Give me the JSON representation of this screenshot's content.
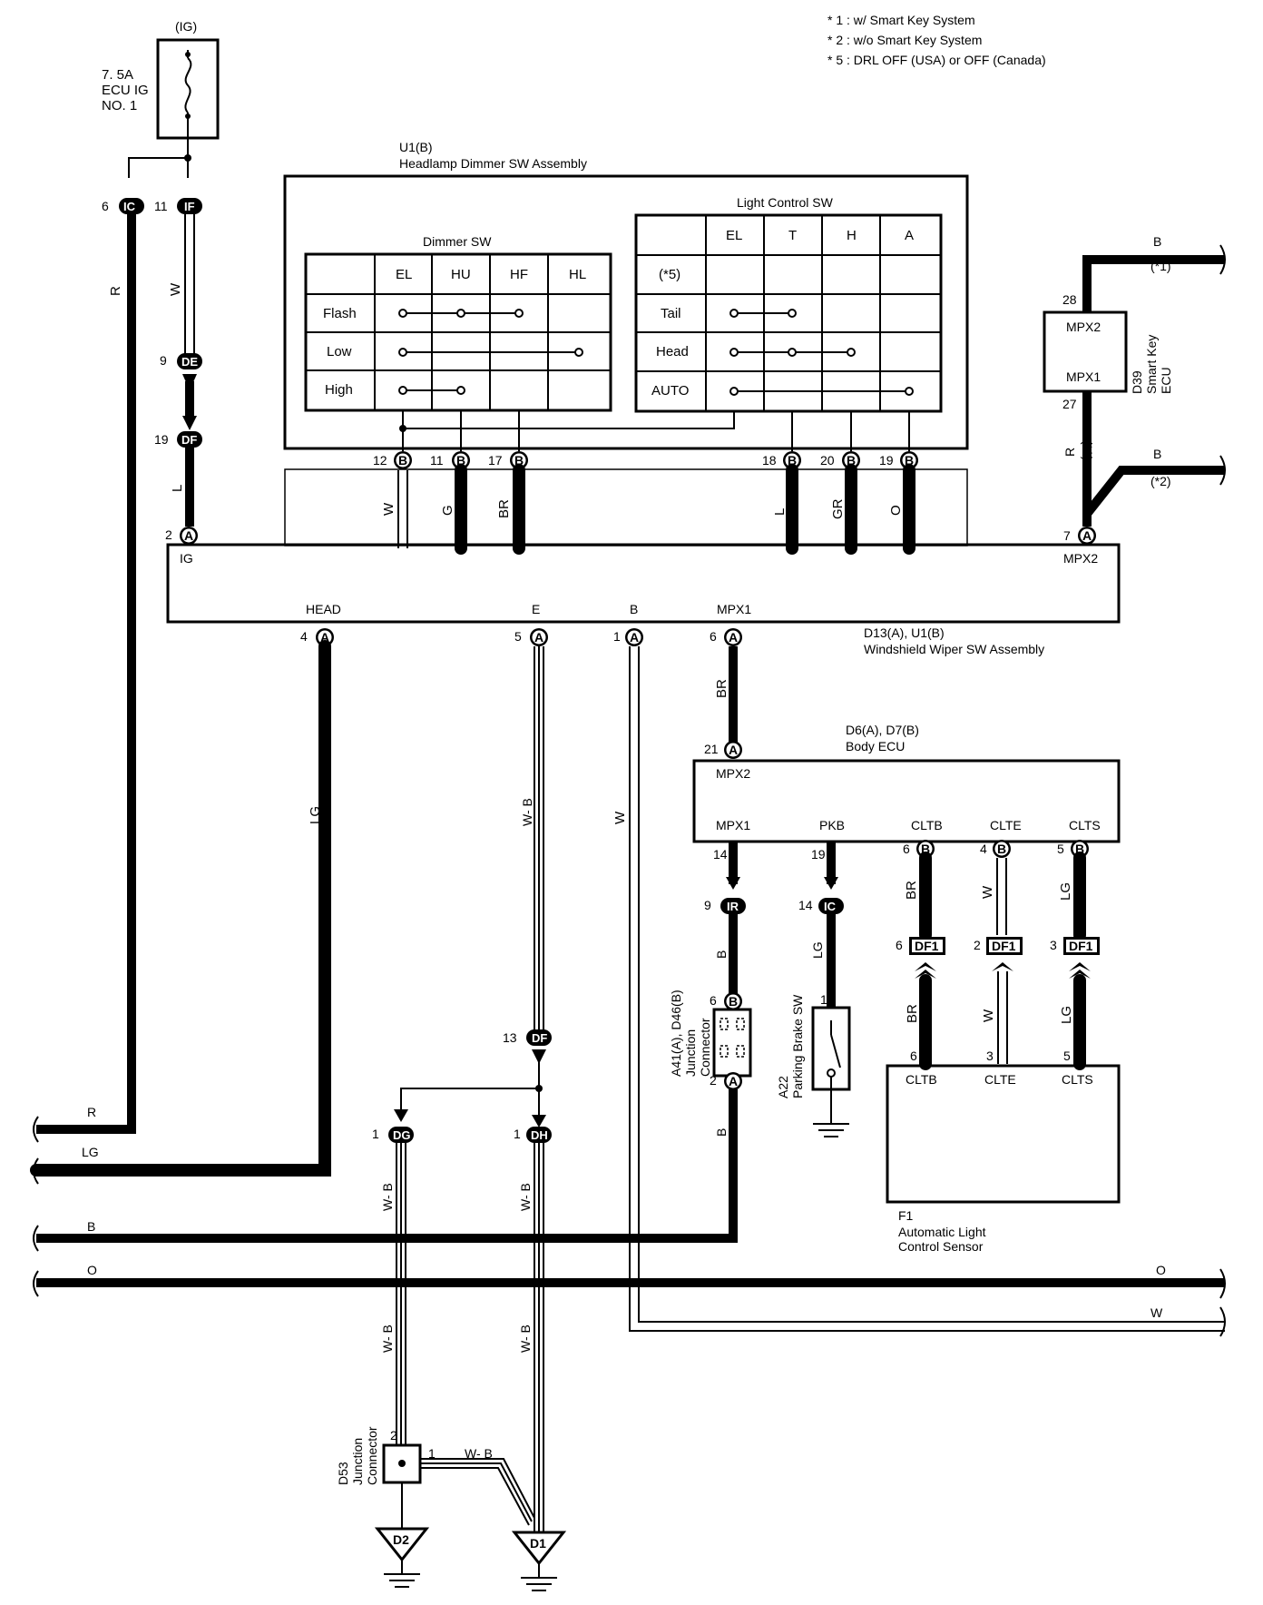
{
  "notes": [
    "* 1 : w/ Smart Key System",
    "* 2 : w/o Smart Key System",
    "* 5 : DRL OFF (USA) or OFF (Canada)"
  ],
  "fuse": {
    "supply": "(IG)",
    "line1": "7. 5A",
    "line2": "ECU IG",
    "line3": "NO. 1"
  },
  "headlamp_sw": {
    "ref": "U1(B)",
    "name": "Headlamp Dimmer SW Assembly",
    "dimmer": {
      "title": "Dimmer SW",
      "cols": [
        "EL",
        "HU",
        "HF",
        "HL"
      ],
      "rows": [
        "Flash",
        "Low",
        "High"
      ]
    },
    "light": {
      "title": "Light Control SW",
      "cols": [
        "EL",
        "T",
        "H",
        "A"
      ],
      "rows": [
        "(*5)",
        "Tail",
        "Head",
        "AUTO"
      ]
    }
  },
  "wiper_sw": {
    "ref": "D13(A), U1(B)",
    "name": "Windshield Wiper SW Assembly",
    "ig": "IG",
    "mpx2": "MPX2",
    "head": "HEAD",
    "e": "E",
    "b": "B",
    "mpx1": "MPX1"
  },
  "body_ecu": {
    "ref": "D6(A), D7(B)",
    "name": "Body ECU",
    "mpx2": "MPX2",
    "mpx1": "MPX1",
    "pkb": "PKB",
    "cltb": "CLTB",
    "clte": "CLTE",
    "clts": "CLTS"
  },
  "smart_key": {
    "ref": "D39",
    "line1": "Smart Key",
    "line2": "ECU",
    "mpx2": "MPX2",
    "mpx1": "MPX1",
    "pin_top": "28",
    "pin_bot": "27"
  },
  "sensor": {
    "ref": "F1",
    "line1": "Automatic Light",
    "line2": "Control Sensor",
    "cltb": "CLTB",
    "clte": "CLTE",
    "clts": "CLTS"
  },
  "jc1": {
    "ref": "A41(A), D46(B)",
    "line1": "Junction",
    "line2": "Connector"
  },
  "pkb_sw": {
    "ref": "A22",
    "name": "Parking Brake SW"
  },
  "jc2": {
    "ref": "D53",
    "line1": "Junction",
    "line2": "Connector"
  },
  "grounds": {
    "d2": "D2",
    "d1": "D1"
  },
  "connectors": {
    "IC": "IC",
    "IF": "IF",
    "DE": "DE",
    "DF": "DF",
    "A": "A",
    "B": "B",
    "IR": "IR",
    "DG": "DG",
    "DH": "DH",
    "DF1": "DF1"
  },
  "star1": "(*1)",
  "star2": "(*2)",
  "wires": {
    "R": "R",
    "W": "W",
    "L": "L",
    "G": "G",
    "BR": "BR",
    "GR": "GR",
    "O": "O",
    "LG": "LG",
    "WB": "W- B",
    "B": "B"
  },
  "pins": {
    "p1": "1",
    "p2": "2",
    "p3": "3",
    "p4": "4",
    "p5": "5",
    "p6": "6",
    "p7": "7",
    "p9": "9",
    "p11": "11",
    "p12": "12",
    "p13": "13",
    "p14": "14",
    "p17": "17",
    "p18": "18",
    "p19": "19",
    "p20": "20",
    "p21": "21"
  }
}
